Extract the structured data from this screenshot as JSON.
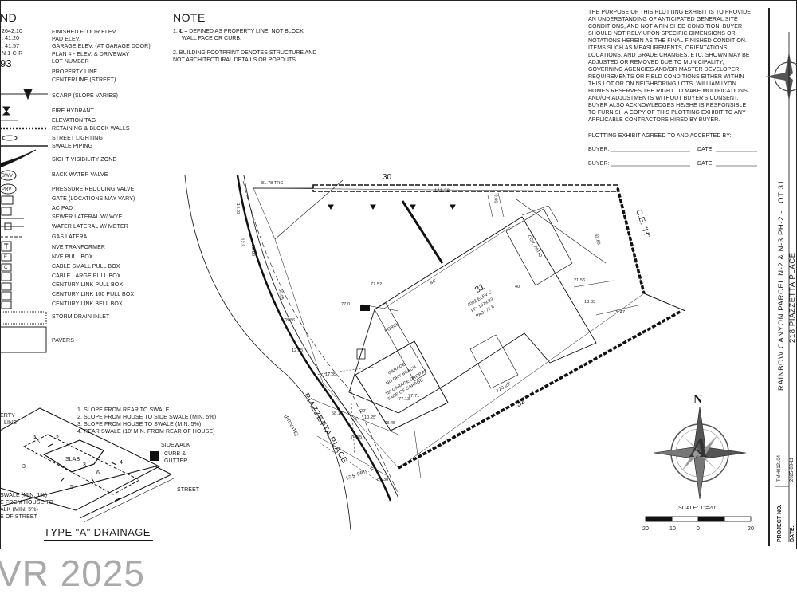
{
  "legend": {
    "title": "ND",
    "elev_values": [
      "2642.10",
      ": 41.20",
      ": 41.57",
      "N 1-C-R",
      "93"
    ],
    "items": [
      "FINISHED FLOOR ELEV.",
      "PAD ELEV.",
      "GARAGE ELEV. (AT GARAGE DOOR)",
      "PLAN # - ELEV. & DRIVEWAY",
      "LOT NUMBER",
      "PROPERTY LINE",
      "CENTERLINE (STREET)",
      "SCARP (SLOPE VARIES)",
      "FIRE HYDRANT",
      "ELEVATION TAG",
      "RETAINING & BLOCK WALLS",
      "STREET LIGHTING",
      "SWALE PIPING",
      "SIGHT VISIBILITY ZONE",
      "BACK WATER VALVE",
      "PRESSURE REDUCING VALVE",
      "GATE (LOCATIONS MAY VARY)",
      "AC PAD",
      "SEWER LATERAL W/ WYE",
      "WATER LATERAL W/ METER",
      "GAS LATERAL",
      "NVE TRANFORMER",
      "NVE PULL BOX",
      "CABLE SMALL PULL BOX",
      "CABLE LARGE PULL BOX",
      "CENTURY LINK PULL BOX",
      "CENTURY LINK 100 PULL BOX",
      "CENTURY LINK BELL BOX",
      "STORM DRAIN INLET",
      "PAVERS"
    ],
    "symbols": {
      "bwv": "BWV",
      "prv": "PRV",
      "t": "T",
      "e": "E",
      "c": "C"
    }
  },
  "note": {
    "title": "NOTE",
    "line1a": "1. ℄ = DEFINED AS PROPERTY LINE, NOT BLOCK",
    "line1b": "WALL FACE OR CURB.",
    "line2a": "2. BUILDING FOOTPRINT DENOTES STRUCTURE AND",
    "line2b": "NOT ARCHITECTURAL DETAILS OR POPOUTS."
  },
  "disclaimer": [
    "THE PURPOSE OF THIS PLOTTING EXHIBIT IS TO PROVIDE",
    "AN UNDERSTANDING OF ANTICIPATED GENERAL SITE",
    "CONDITIONS, AND NOT A FINISHED CONDITION. BUYER",
    "SHOULD NOT RELY UPON SPECIFIC DIMENSIONS OR",
    "NOTATIONS HEREIN AS THE FINAL FINISHED CONDITION.",
    "ITEMS SUCH AS MEASUREMENTS, ORIENTATIONS,",
    "LOCATIONS, AND GRADE CHANGES, ETC. SHOWN MAY BE",
    "ADJUSTED OR REMOVED DUE TO MUNICIPALITY,",
    "GOVERNING AGENCIES AND/OR MASTER DEVELOPER",
    "REQUIREMENTS OR FIELD CONDITIONS EITHER WITHIN",
    "THIS LOT OR ON NEIGHBORING LOTS. WILLIAM LYON",
    "HOMES RESERVES THE RIGHT TO MAKE MODIFICATIONS",
    "AND/OR ADJUSTMENTS WITHOUT BUYER'S CONSENT.",
    "BUYER ALSO ACKNOWLEDGES HE/SHE IS RESPONSIBLE",
    "TO FURNISH A COPY OF THIS PLOTTING EXHIBIT TO ANY",
    "APPLICABLE CONTRACTORS HIRED BY BUYER."
  ],
  "acceptance": {
    "heading": "PLOTTING EXHIBIT AGREED TO AND ACCEPTED BY:",
    "buyer_label": "BUYER:",
    "date_label": "DATE:"
  },
  "title_block": {
    "line1": "RAINBOW CANYON PARCEL N-2 & N-3 PH-2 - LOT 31",
    "line2": "218 PIAZZETTA PLACE",
    "project_label": "PROJECT NO.",
    "project_value": "TMH012104",
    "date_label": "DATE:",
    "date_value": "2025-03-11"
  },
  "scale": {
    "label": "SCALE: 1\"=20'",
    "ticks": [
      "20",
      "10",
      "0",
      "20"
    ]
  },
  "north": {
    "n": "N",
    "logo": "A"
  },
  "site": {
    "street_name": "PIAZZETTA PLACE",
    "street_type": "(PRIVATE)",
    "private_street": "17.5' PRIV. ST.",
    "lot_top": "30",
    "lot_bottom": "32",
    "lot_main": "31",
    "lot_info": [
      "4062 ELEV C",
      "FF: 1079.83",
      "PAD: 77.8"
    ],
    "top_dim": "141.28'",
    "bottom_dim": "120.29'",
    "ce": "C.E. \"H\"",
    "trc": "81.78 TRC",
    "cov_patio": "COV. PATIO",
    "porch": "PORCH",
    "garage": [
      "GARAGE",
      "NO DRY BEACH",
      "18\" GARAGE DROP AT",
      "FACE OF GARAGE"
    ],
    "dims": [
      "17.35",
      "58.17",
      "77.0",
      "77.52",
      "78.86",
      "77.13",
      "21.56",
      "13.83",
      "5.47",
      "84'",
      "40'",
      "22'",
      "10.25'",
      "78.45",
      "77.71",
      "81.30",
      "5'",
      "14.93",
      "12.5",
      "22.00",
      "66.05",
      "12.15",
      "74.75",
      "8.43",
      "0.00",
      "32.89"
    ]
  },
  "drainage": {
    "title": "TYPE \"A\" DRAINAGE",
    "notes": [
      "1. SLOPE FROM REAR TO SWALE",
      "2. SLOPE FROM HOUSE TO SIDE SWALE (MIN. 5%)",
      "3. SLOPE FROM HOUSE TO SWALE (MIN. 5%)",
      "4. REAR SWALE (10' MIN. FROM REAR OF HOUSE)"
    ],
    "property_line": [
      "ERTY",
      "LINE"
    ],
    "sidewalk": "SIDEWALK",
    "curb": [
      "CURB &",
      "GUTTER"
    ],
    "street": "STREET",
    "slab": "SLAB",
    "bottom_notes": [
      "SWALE (MIN. 1%)",
      "E FROM HOUSE TO",
      "ALK (MIN. 5%)",
      "E OF STREET"
    ],
    "nums": [
      "1",
      "2",
      "3",
      "4",
      "5",
      "6",
      "3"
    ]
  },
  "watermark": "VR 2025"
}
